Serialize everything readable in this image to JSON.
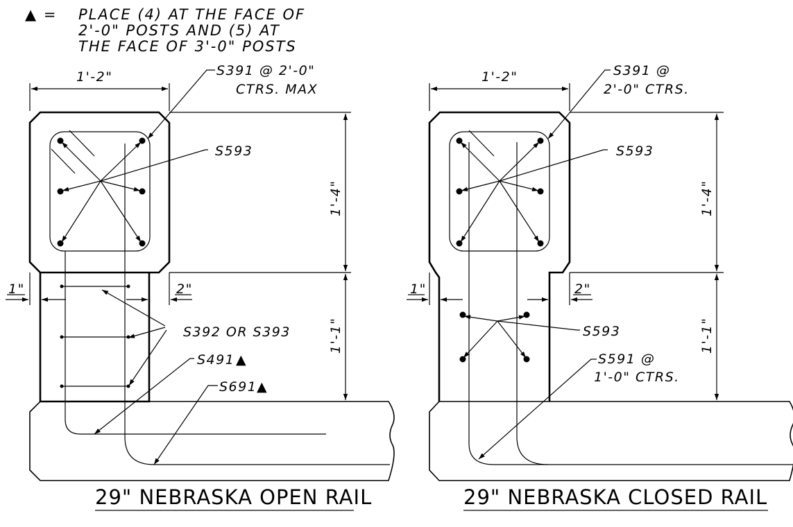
{
  "note": {
    "symbol": "▲ =",
    "line1": "PLACE (4) AT THE FACE OF",
    "line2": "2'-0\" POSTS AND (5) AT",
    "line3": "THE FACE OF 3'-0\" POSTS"
  },
  "open_rail": {
    "title": "29\" NEBRASKA OPEN RAIL",
    "dim_width": "1'-2\"",
    "dim_upper_height": "1'-4\"",
    "dim_lower_height": "1'-1\"",
    "dim_left_offset": "1\"",
    "dim_right_offset": "2\"",
    "label_s391_line1": "S391 @ 2'-0\"",
    "label_s391_line2": "CTRS. MAX",
    "label_s593": "S593",
    "label_s392": "S392 OR S393",
    "label_s491": "S491",
    "label_s691": "S691",
    "triangle": "▲"
  },
  "closed_rail": {
    "title": "29\" NEBRASKA CLOSED RAIL",
    "dim_width": "1'-2\"",
    "dim_upper_height": "1'-4\"",
    "dim_lower_height": "1'-1\"",
    "dim_left_offset": "1\"",
    "dim_right_offset": "2\"",
    "label_s391_line1": "S391 @",
    "label_s391_line2": "2'-0\" CTRS.",
    "label_s593_upper": "S593",
    "label_s593_lower": "S593",
    "label_s591_line1": "S591 @",
    "label_s591_line2": "1'-0\" CTRS."
  }
}
